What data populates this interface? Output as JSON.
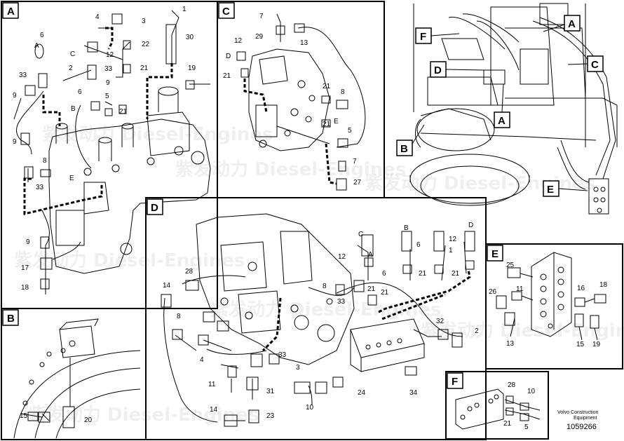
{
  "sections": {
    "A": "A",
    "B": "B",
    "C": "C",
    "D": "D",
    "E": "E",
    "F": "F"
  },
  "callouts": {
    "F": "F",
    "A1": "A",
    "D": "D",
    "C": "C",
    "A2": "A",
    "B": "B",
    "E": "E"
  },
  "labels_a": [
    "1",
    "4",
    "3",
    "6",
    "30",
    "A",
    "22",
    "C",
    "12",
    "33",
    "2",
    "33",
    "21",
    "19",
    "9",
    "6",
    "9",
    "B",
    "21",
    "5",
    "9",
    "8",
    "E",
    "33",
    "9",
    "17",
    "18"
  ],
  "labels_c": [
    "7",
    "29",
    "13",
    "12",
    "D",
    "21",
    "21",
    "8",
    "E",
    "21",
    "5",
    "7",
    "27"
  ],
  "labels_d": [
    "12",
    "C",
    "B",
    "12",
    "D",
    "A",
    "6",
    "1",
    "28",
    "14",
    "8",
    "6",
    "21",
    "21",
    "21",
    "21",
    "33",
    "8",
    "32",
    "2",
    "33",
    "4",
    "11",
    "3",
    "31",
    "10",
    "24",
    "34",
    "14",
    "23"
  ],
  "labels_e": [
    "25",
    "26",
    "11",
    "16",
    "18",
    "13",
    "15",
    "19"
  ],
  "labels_f": [
    "28",
    "10",
    "21",
    "5"
  ],
  "labels_b": [
    "15",
    "20"
  ],
  "caption": {
    "line1": "Volvo Construction",
    "line2": "Equipment",
    "number": "1059266"
  },
  "watermark": "紫发动力 Diesel-Engines"
}
